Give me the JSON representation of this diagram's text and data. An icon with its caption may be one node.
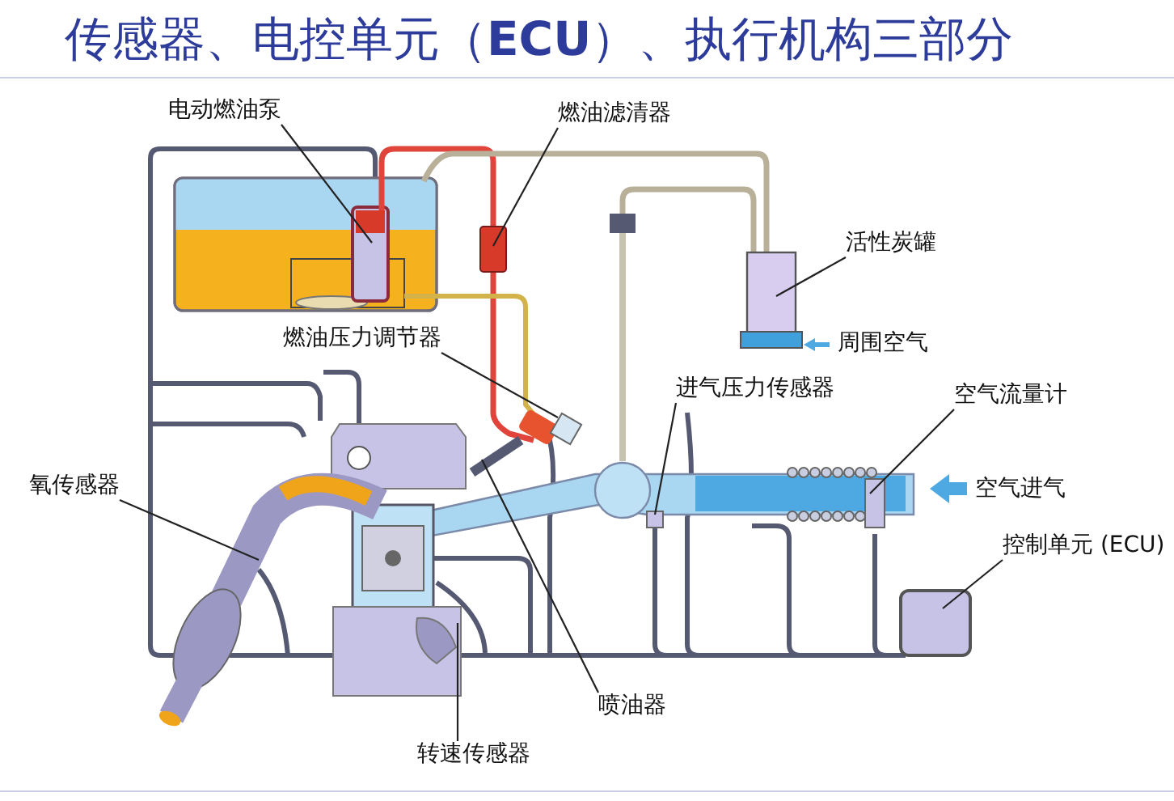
{
  "diagram": {
    "title": "传感器、电控单元（**ECU**）、执行机构三部分",
    "nodes": [
      {
        "text": [
          "电动燃油泵"
        ]
      },
      {
        "text": [
          "燃油滤清器"
        ]
      },
      {
        "text": [
          "活性炭罐"
        ]
      },
      {
        "text": [
          "燃油压力调节器"
        ]
      },
      {
        "text": [
          "进气压力传感器"
        ]
      },
      {
        "text": [
          "空气流量计"
        ]
      },
      {
        "text": [
          "氧传感器"
        ]
      },
      {
        "text": [
          "控制单元 (ECU)"
        ]
      },
      {
        "text": [
          "喷油器"
        ]
      },
      {
        "text": [
          "转速传感器"
        ]
      }
    ],
    "edges": [
      {
        "from": 0,
        "to": null,
        "arrow": "none"
      },
      {
        "from": 1,
        "to": null,
        "arrow": "none"
      },
      {
        "from": 2,
        "to": null,
        "arrow": "none"
      },
      {
        "from": 3,
        "to": null,
        "arrow": "none"
      },
      {
        "from": 4,
        "to": null,
        "arrow": "none"
      },
      {
        "from": 5,
        "to": null,
        "arrow": "none"
      },
      {
        "from": 6,
        "to": null,
        "arrow": "none"
      },
      {
        "from": 7,
        "to": null,
        "arrow": "none"
      },
      {
        "from": 8,
        "to": null,
        "arrow": "none"
      },
      {
        "from": 9,
        "to": null,
        "arrow": "none"
      }
    ],
    "labels": [
      "周围空气",
      "空气进气"
    ]
  }
}
